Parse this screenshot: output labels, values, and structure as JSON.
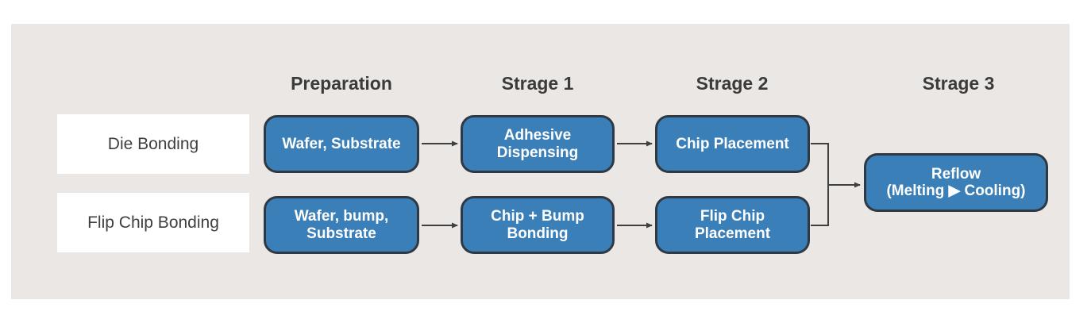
{
  "diagram": {
    "column_headers": [
      {
        "label": "Preparation"
      },
      {
        "label": "Strage 1"
      },
      {
        "label": "Strage 2"
      },
      {
        "label": "Strage 3"
      }
    ],
    "rows": [
      {
        "label": "Die Bonding",
        "steps": [
          "Wafer, Substrate",
          "Adhesive\nDispensing",
          "Chip Placement"
        ]
      },
      {
        "label": "Flip Chip Bonding",
        "steps": [
          "Wafer, bump,\nSubstrate",
          "Chip + Bump\nBonding",
          "Flip Chip\nPlacement"
        ]
      }
    ],
    "merge_node": {
      "text": "Reflow\n(Melting ▶ Cooling)"
    },
    "colors": {
      "panel_background": "#eae7e4",
      "node_fill": "#3a7fb8",
      "node_border": "#2e3943",
      "node_text": "#ffffff",
      "header_text": "#3b3b3b",
      "row_label_background": "#ffffff",
      "row_label_text": "#3f3f3f",
      "connector": "#3f3f3f"
    }
  }
}
